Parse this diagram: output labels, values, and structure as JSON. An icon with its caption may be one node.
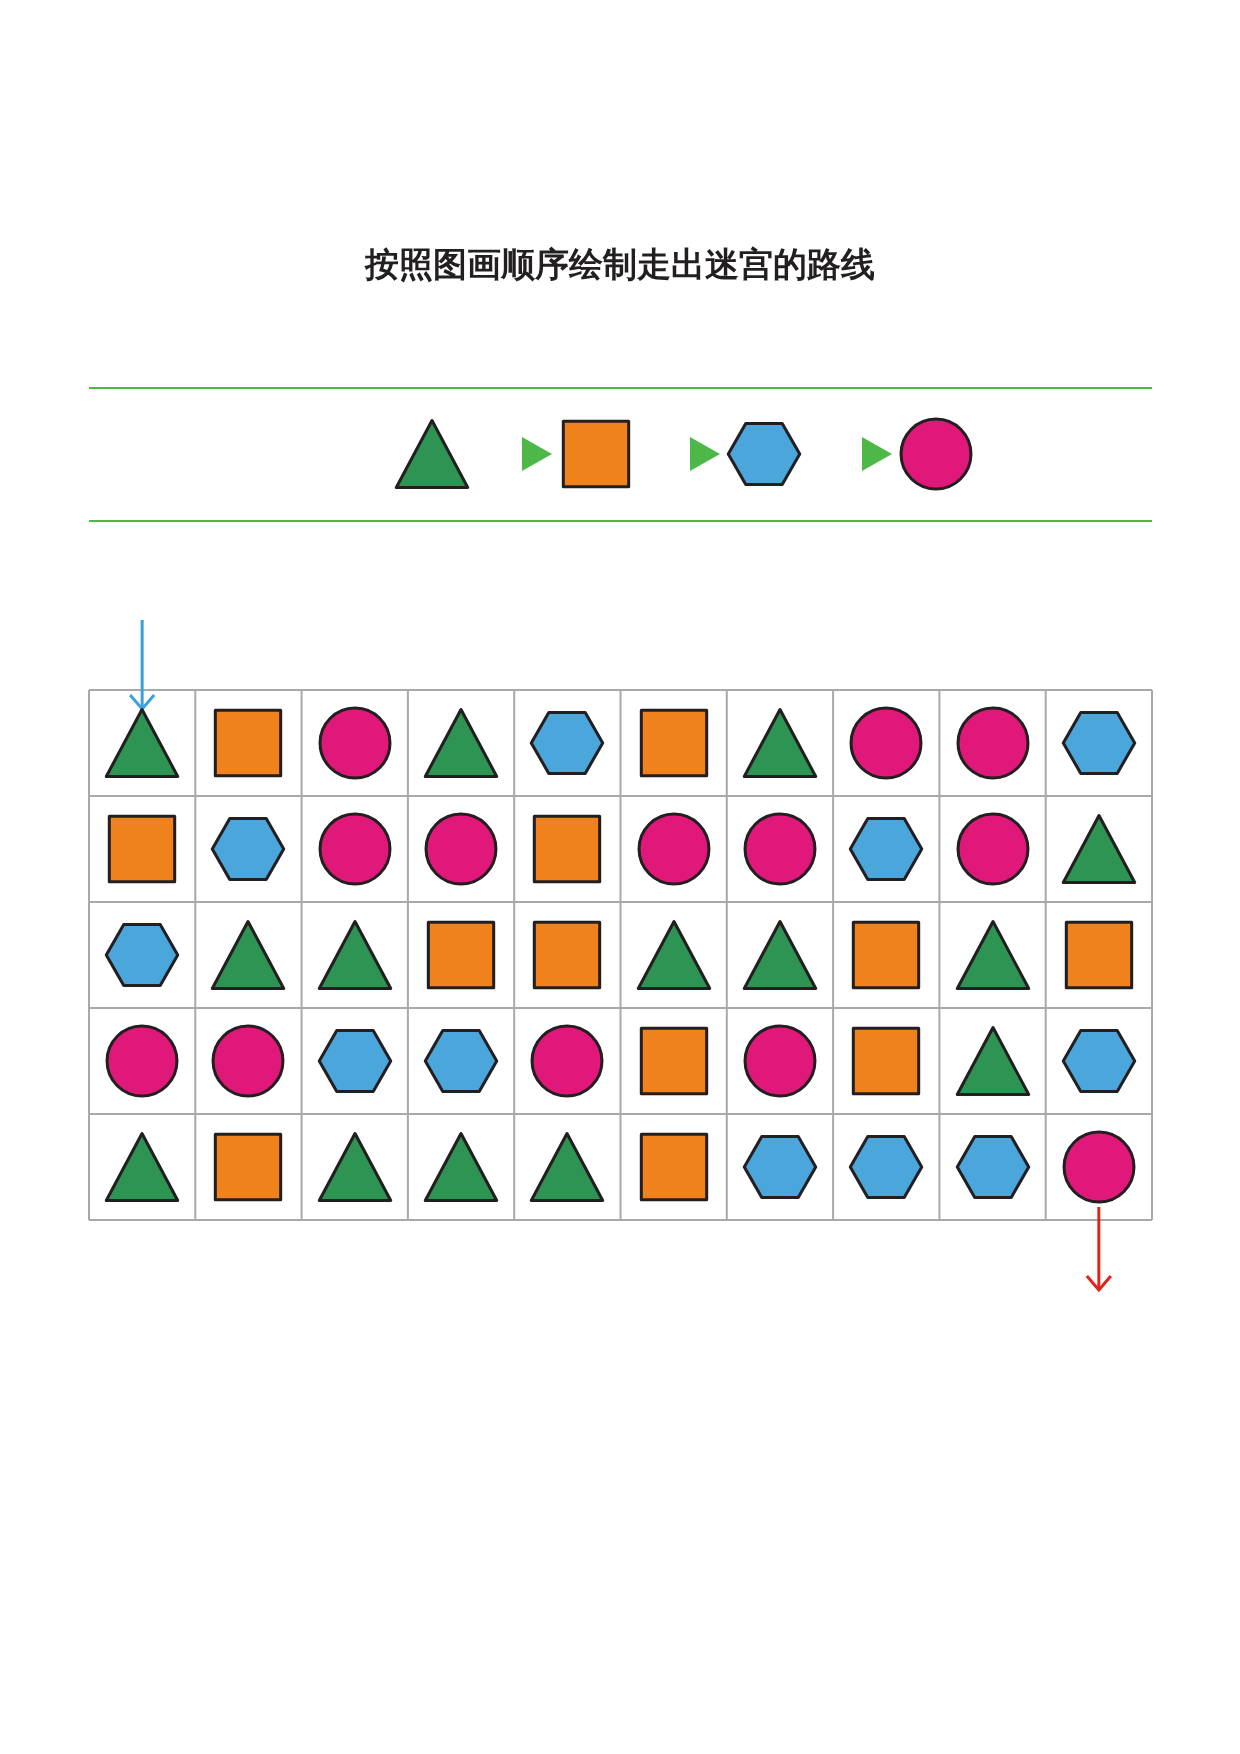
{
  "diagram": {
    "title": "按照图画顺序绘制走出迷宫的路线",
    "nodes": [
      {
        "text": [],
        "shape": "triangle"
      },
      {
        "text": [],
        "shape": "square"
      },
      {
        "text": [],
        "shape": "hexagon"
      },
      {
        "text": [],
        "shape": "circle"
      },
      {
        "text": [],
        "shape": "triangle"
      },
      {
        "text": [],
        "shape": "square"
      },
      {
        "text": [],
        "shape": "circle"
      },
      {
        "text": [],
        "shape": "triangle"
      },
      {
        "text": [],
        "shape": "hexagon"
      },
      {
        "text": [],
        "shape": "square"
      },
      {
        "text": [],
        "shape": "triangle"
      },
      {
        "text": [],
        "shape": "circle"
      },
      {
        "text": [],
        "shape": "circle"
      },
      {
        "text": [],
        "shape": "hexagon"
      },
      {
        "text": [],
        "shape": "square"
      },
      {
        "text": [],
        "shape": "hexagon"
      },
      {
        "text": [],
        "shape": "circle"
      },
      {
        "text": [],
        "shape": "circle"
      },
      {
        "text": [],
        "shape": "square"
      },
      {
        "text": [],
        "shape": "circle"
      },
      {
        "text": [],
        "shape": "circle"
      },
      {
        "text": [],
        "shape": "hexagon"
      },
      {
        "text": [],
        "shape": "circle"
      },
      {
        "text": [],
        "shape": "triangle"
      },
      {
        "text": [],
        "shape": "hexagon"
      },
      {
        "text": [],
        "shape": "triangle"
      },
      {
        "text": [],
        "shape": "triangle"
      },
      {
        "text": [],
        "shape": "square"
      },
      {
        "text": [],
        "shape": "square"
      },
      {
        "text": [],
        "shape": "triangle"
      },
      {
        "text": [],
        "shape": "triangle"
      },
      {
        "text": [],
        "shape": "square"
      },
      {
        "text": [],
        "shape": "triangle"
      },
      {
        "text": [],
        "shape": "square"
      },
      {
        "text": [],
        "shape": "circle"
      },
      {
        "text": [],
        "shape": "circle"
      },
      {
        "text": [],
        "shape": "hexagon"
      },
      {
        "text": [],
        "shape": "hexagon"
      },
      {
        "text": [],
        "shape": "circle"
      },
      {
        "text": [],
        "shape": "square"
      },
      {
        "text": [],
        "shape": "circle"
      },
      {
        "text": [],
        "shape": "square"
      },
      {
        "text": [],
        "shape": "triangle"
      },
      {
        "text": [],
        "shape": "hexagon"
      },
      {
        "text": [],
        "shape": "triangle"
      },
      {
        "text": [],
        "shape": "square"
      },
      {
        "text": [],
        "shape": "triangle"
      },
      {
        "text": [],
        "shape": "triangle"
      },
      {
        "text": [],
        "shape": "triangle"
      },
      {
        "text": [],
        "shape": "square"
      },
      {
        "text": [],
        "shape": "hexagon"
      },
      {
        "text": [],
        "shape": "hexagon"
      },
      {
        "text": [],
        "shape": "hexagon"
      },
      {
        "text": [],
        "shape": "circle"
      }
    ],
    "edges": [
      {
        "from": 0,
        "to": 1,
        "arrow": "to"
      },
      {
        "from": 1,
        "to": 2,
        "arrow": "to"
      },
      {
        "from": 2,
        "to": 3,
        "arrow": "to"
      },
      {
        "from": null,
        "to": 4,
        "arrow": "to",
        "color": "#3ea0db"
      },
      {
        "from": 53,
        "to": null,
        "arrow": "to",
        "color": "#e2231a"
      }
    ]
  }
}
